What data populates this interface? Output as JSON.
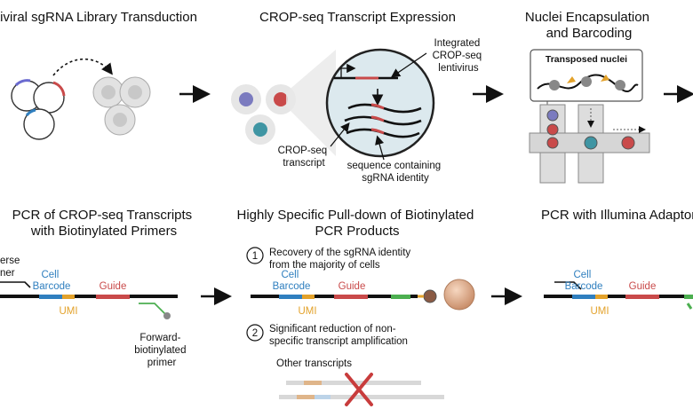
{
  "panels": {
    "p1": {
      "title": "tiviral sgRNA Library Transduction"
    },
    "p2": {
      "title": "CROP-seq Transcript Expression",
      "integrated": [
        "Integrated",
        "CROP-seq",
        "lentivirus"
      ],
      "transcript": [
        "CROP-seq",
        "transcript"
      ],
      "sequence": [
        "sequence containing",
        "sgRNA identity"
      ]
    },
    "p3": {
      "title": [
        "Nuclei Encapsulation",
        "and Barcoding"
      ],
      "transposed": "Transposed nuclei"
    },
    "p4": {
      "title": [
        "PCR of CROP-seq Transcripts",
        "with Biotinylated Primers"
      ],
      "reverse": [
        "erse",
        "ner"
      ],
      "cell_barcode": [
        "Cell",
        "Barcode"
      ],
      "guide": "Guide",
      "umi": "UMI",
      "forward": [
        "Forward-",
        "biotinylated",
        "primer"
      ]
    },
    "p5": {
      "title": [
        "Highly Specific Pull-down of Biotinylated",
        "PCR Products"
      ],
      "step1_num": "1",
      "step1": [
        "Recovery of the sgRNA identity",
        "from the majority of cells"
      ],
      "cell_barcode": [
        "Cell",
        "Barcode"
      ],
      "guide": "Guide",
      "umi": "UMI",
      "step2_num": "2",
      "step2": [
        "Significant reduction of non-",
        "specific transcript amplification"
      ],
      "other": "Other transcripts"
    },
    "p6": {
      "title": "PCR with Illumina Adaptor",
      "cell_barcode": [
        "Cell",
        "Barcode"
      ],
      "guide": "Guide",
      "umi": "UMI"
    }
  },
  "colors": {
    "barcode": "#2f7fbf",
    "umi": "#e3a22b",
    "guide": "#c94a4a",
    "biotin": "#4caf50"
  }
}
